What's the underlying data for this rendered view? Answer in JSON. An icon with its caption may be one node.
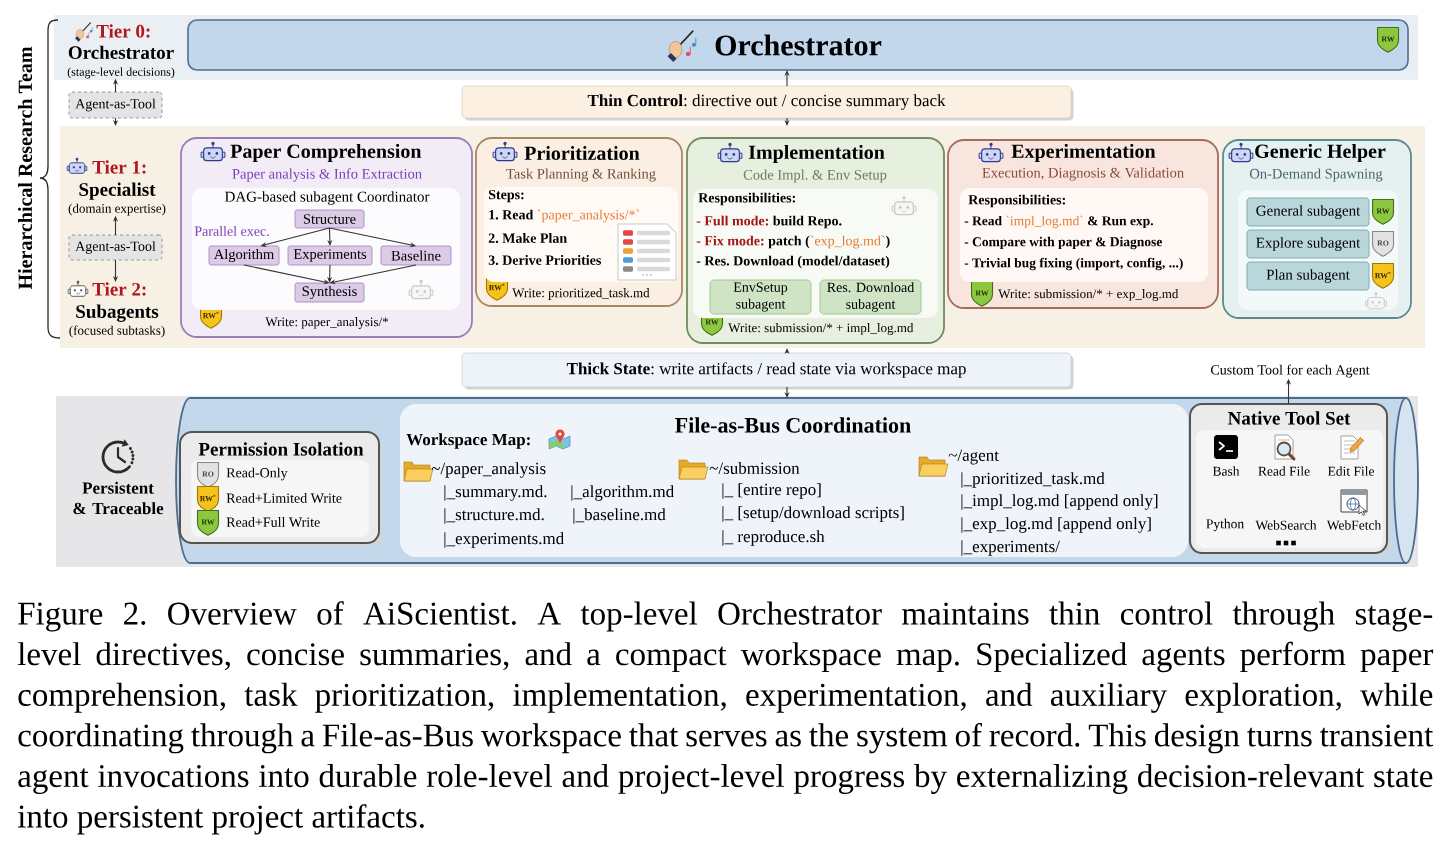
{
  "diagram": {
    "nodes": [
      {
        "text": [],
        "shape": "band"
      },
      {
        "text": [
          "Tier 0:",
          "Orchestrator",
          "(stage-level decisions)"
        ],
        "in": 0
      },
      {
        "text": [
          "Orchestrator",
          "RW"
        ],
        "in": 0
      },
      {
        "text": [
          "Agent-as-Tool"
        ]
      },
      {
        "text": [
          "**Thin Control**: directive out / concise summary back"
        ]
      },
      {
        "text": [],
        "shape": "band"
      },
      {
        "text": [
          "Tier 1:",
          "Specialist",
          "(domain expertise)"
        ],
        "in": 5
      },
      {
        "text": [
          "Agent-as-Tool"
        ],
        "in": 5
      },
      {
        "text": [
          "Tier 2:",
          "Subagents",
          "(focused subtasks)"
        ],
        "in": 5
      },
      {
        "text": [
          "Paper Comprehension",
          "Paper analysis & Info Extraction",
          "RW$^{*}$",
          "Write: paper_analysis/*"
        ],
        "in": 5
      },
      {
        "text": [
          "DAG-based subagent Coordinator"
        ],
        "in": 9
      },
      {
        "text": [
          "Structure"
        ],
        "in": 10
      },
      {
        "text": [
          "Algorithm"
        ],
        "in": 10
      },
      {
        "text": [
          "Experiments"
        ],
        "in": 10
      },
      {
        "text": [
          "Baseline"
        ],
        "in": 10
      },
      {
        "text": [
          "Synthesis"
        ],
        "in": 10
      },
      {
        "text": [
          "Prioritization",
          "Task Planning & Ranking",
          "RW$^{*}$",
          "Write: prioritized_task.md"
        ],
        "in": 5
      },
      {
        "text": [
          "Steps:",
          "1. Read",
          "`paper_analysis/*`",
          "2. Make Plan",
          "3. Derive Priorities"
        ],
        "in": 16
      },
      {
        "text": [
          "Implementation",
          "Code Impl. & Env Setup",
          "RW",
          "Write: submission/* + impl_log.md"
        ],
        "in": 5
      },
      {
        "text": [
          "Responsibilities:",
          "- Full mode:",
          "build Repo.",
          "- Fix mode:",
          "patch (",
          "`exp_log.md`",
          ")",
          "- Res. Download (model/dataset)"
        ],
        "in": 18
      },
      {
        "text": [
          "EnvSetup subagent"
        ],
        "in": 19
      },
      {
        "text": [
          "Res. Download subagent"
        ],
        "in": 19
      },
      {
        "text": [
          "Experimentation",
          "Execution, Diagnosis & Validation",
          "RW",
          "Write: submission/* + exp_log.md"
        ],
        "in": 5
      },
      {
        "text": [
          "Responsibilities:",
          "- Read",
          "`impl_log.md`",
          "& Run exp.",
          "- Compare with paper & Diagnose",
          "- Trivial bug fixing (import, config, ...)"
        ],
        "in": 22
      },
      {
        "text": [
          "Generic Helper",
          "On-Demand Spawning"
        ],
        "in": 5
      },
      {
        "text": [
          "General subagent"
        ],
        "beside": [
          "RW"
        ],
        "in": 24
      },
      {
        "text": [
          "Explore subagent"
        ],
        "beside": [
          "RO"
        ],
        "in": 24
      },
      {
        "text": [
          "Plan subagent"
        ],
        "beside": [
          "RW$^{*}$"
        ],
        "in": 24
      },
      {
        "text": [
          "**Thick State**: write artifacts / read state via workspace map"
        ]
      },
      {
        "text": [
          "Custom Tool for each Agent"
        ]
      },
      {
        "text": [
          "Persistent & Traceable"
        ]
      },
      {
        "text": [],
        "shape": "cylinder",
        "in": 30
      },
      {
        "text": [
          "Permission Isolation"
        ],
        "in": 31
      },
      {
        "text": [
          "File-as-Bus Coordination",
          "Workspace Map:",
          "~/paper_analysis",
          "|_summary.md.",
          "|_algorithm.md",
          "|_structure.md.",
          "|_baseline.md",
          "|_experiments.md",
          "~/submission",
          "|_ [entire repo]",
          "|_ [setup/download scripts]",
          "|_ reproduce.sh",
          "~/agent",
          "|_prioritized_task.md",
          "|_impl_log.md [append only]",
          "|_exp_log.md [append only]",
          "|_experiments/"
        ],
        "in": 31
      },
      {
        "text": [
          "Native Tool Set",
          "Bash",
          "Read File",
          "Edit File",
          "Python",
          "WebSearch",
          "WebFetch"
        ],
        "in": 31
      }
    ],
    "edges": [
      {
        "from": 4,
        "to": 2,
        "arrow": "to"
      },
      {
        "from": 4,
        "to": 5,
        "arrow": "to"
      },
      {
        "from": 3,
        "to": 1,
        "arrow": "to"
      },
      {
        "from": 3,
        "to": 5,
        "arrow": "to"
      },
      {
        "from": 7,
        "to": 6,
        "arrow": "to"
      },
      {
        "from": 7,
        "to": 8,
        "arrow": "to"
      },
      {
        "from": 11,
        "to": 12,
        "arrow": "to"
      },
      {
        "from": 11,
        "to": 13,
        "arrow": "to"
      },
      {
        "from": 11,
        "to": 14,
        "arrow": "to"
      },
      {
        "from": 12,
        "to": 15,
        "arrow": "to"
      },
      {
        "from": 13,
        "to": 15,
        "arrow": "to"
      },
      {
        "from": 14,
        "to": 15,
        "arrow": "to"
      },
      {
        "from": 28,
        "to": 5,
        "arrow": "to"
      },
      {
        "from": 28,
        "to": 31,
        "arrow": "to"
      },
      {
        "from": 34,
        "to": 29,
        "arrow": "to"
      }
    ],
    "labels": [
      "Hierarchical Research Team",
      "Parallel exec.",
      "RO",
      "RW$^{*}$",
      "RW"
    ],
    "legend": [
      {
        "text": "Read-Only"
      },
      {
        "text": "Read+Limited Write"
      },
      {
        "text": "Read+Full Write"
      }
    ],
    "caption": "Figure 2. Overview of AiScientist. A top-level Orchestrator maintains thin control through stage-level directives, concise summaries, and a compact workspace map. Specialized agents perform paper comprehension, task prioritization, implementation, experimentation, and auxiliary exploration, while coordinating through a File-as-Bus workspace that serves as the system of record. This design turns transient agent invocations into durable role-level and project-level progress by externalizing decision-relevant state into persistent project artifacts."
  }
}
